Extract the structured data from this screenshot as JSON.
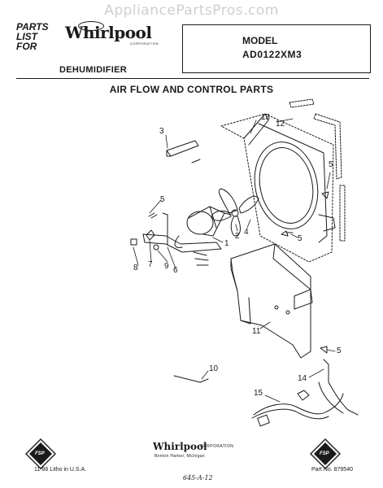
{
  "watermark": "AppliancePartsPros.com",
  "header": {
    "parts_list_lines": [
      "PARTS",
      "LIST",
      "FOR"
    ],
    "brand": "Whirlpool",
    "brand_corp": "CORPORATION",
    "product": "DEHUMIDIFIER",
    "model_label": "MODEL",
    "model_number": "AD0122XM3"
  },
  "section_title": "AIR FLOW AND CONTROL PARTS",
  "callouts": [
    "13",
    "12",
    "3",
    "5",
    "5",
    "4",
    "2",
    "1",
    "5",
    "8",
    "7",
    "9",
    "6",
    "11",
    "5",
    "10",
    "14",
    "15"
  ],
  "footer": {
    "fsp_left": "FSP",
    "fsp_right": "FSP",
    "brand": "Whirlpool",
    "brand_corp": "CORPORATION",
    "address": "Benton Harbor, Michigan",
    "litho": "11-86 Litho in U.S.A.",
    "part_no": "Part No. 879540",
    "handwritten": "645-A-12"
  }
}
